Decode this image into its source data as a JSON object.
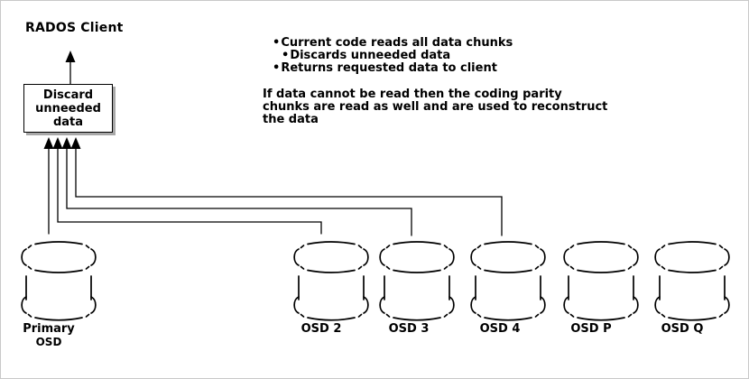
{
  "frame": {
    "background": "#ffffff",
    "border_color": "#c9c9c9",
    "line_color": "#000000",
    "shadow_color": "#a8a8a8"
  },
  "client": {
    "label": "RADOS Client"
  },
  "discard_box": {
    "lines": [
      "Discard",
      "unneeded",
      "data"
    ]
  },
  "bullets": {
    "glyph": "•",
    "items": [
      {
        "text": "Current code reads all data chunks",
        "level": 1
      },
      {
        "text": "Discards unneeded data",
        "level": 2
      },
      {
        "text": "Returns requested data to client",
        "level": 1
      }
    ]
  },
  "note": {
    "lines": [
      "If data cannot be read then the coding parity",
      "chunks are read as well and are used to reconstruct",
      "the data"
    ]
  },
  "osds": [
    {
      "label": "Primary",
      "sublabel": "OSD"
    },
    {
      "label": "OSD 2"
    },
    {
      "label": "OSD 3"
    },
    {
      "label": "OSD 4"
    },
    {
      "label": "OSD P"
    },
    {
      "label": "OSD Q"
    }
  ]
}
